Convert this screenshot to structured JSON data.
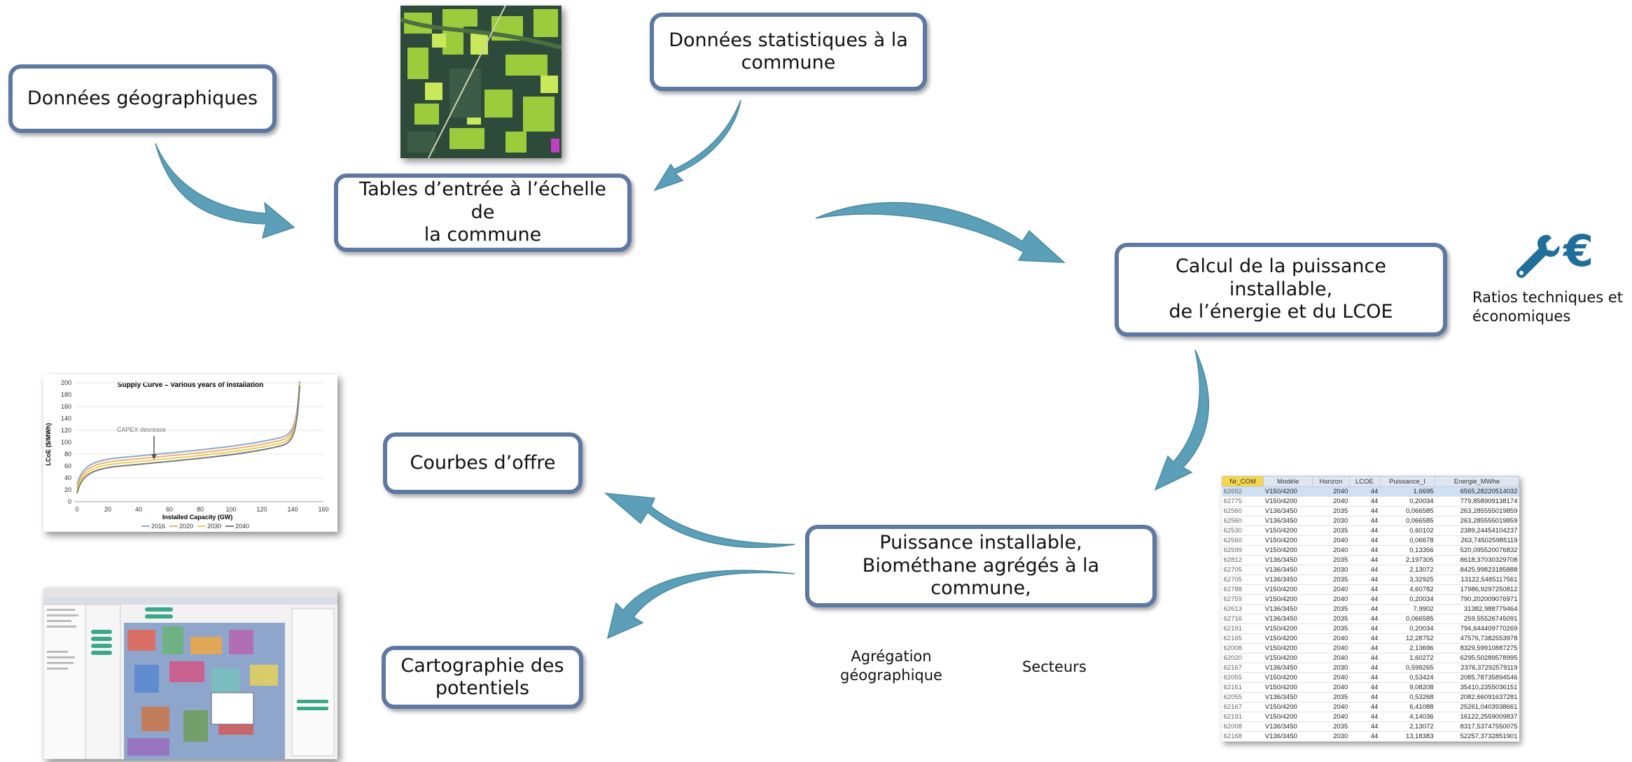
{
  "boxes": {
    "geo": "Données géographiques",
    "stats": "Données statistiques à la\ncommune",
    "tables": "Tables d’entrée à l’échelle de\nla commune",
    "calcul": "Calcul de la puissance installable,\nde l’énergie et du LCOE",
    "courbes": "Courbes d’offre",
    "cartographie": "Cartographie des\npotentiels",
    "puissance": "Puissance installable,\nBiométhane agrégés à la commune,"
  },
  "labels": {
    "ratios": "Ratios techniques et\néconomiques",
    "agregation": "Agrégation\ngéographique",
    "secteurs": "Secteurs",
    "euro_symbol": "€"
  },
  "icons": [
    "wrench-icon",
    "euro-icon"
  ],
  "colors": {
    "box_border": "#5d78a3",
    "arrow": "#5b9fb8",
    "icon": "#1f6f9a"
  },
  "supply_curve": {
    "title": "Supply Curve – Various years of installation",
    "ylabel": "LCoE ($/MWh)",
    "xlabel": "Installed Capacity (GW)",
    "annotation": "CAPEX decrease",
    "yticks": [
      "200",
      "180",
      "160",
      "140",
      "120",
      "100",
      "80",
      "60",
      "40",
      "20",
      "0"
    ],
    "xticks": [
      "0",
      "20",
      "40",
      "60",
      "80",
      "100",
      "120",
      "140",
      "160"
    ],
    "legend": [
      "2016",
      "2020",
      "2030",
      "2040"
    ],
    "series_colors": [
      "#8fa8cc",
      "#f0b070",
      "#e8cf5a",
      "#7a7a7a"
    ]
  },
  "table": {
    "headers": [
      "Nr_COM",
      "Modèle",
      "Horizon",
      "LCOE",
      "Puissance_I",
      "Energie_MWhe"
    ],
    "rows": [
      [
        "62692",
        "V150/4200",
        "2040",
        "44",
        "1,6695",
        "6565,28220514032"
      ],
      [
        "62775",
        "V150/4200",
        "2040",
        "44",
        "0,20034",
        "779,858909138174"
      ],
      [
        "62560",
        "V136/3450",
        "2035",
        "44",
        "0,066585",
        "263,285555019859"
      ],
      [
        "62560",
        "V136/3450",
        "2030",
        "44",
        "0,066585",
        "263,285555019859"
      ],
      [
        "62530",
        "V150/4200",
        "2035",
        "44",
        "0,60102",
        "2389,24454104237"
      ],
      [
        "62560",
        "V150/4200",
        "2040",
        "44",
        "0,06678",
        "263,745025985119"
      ],
      [
        "62599",
        "V150/4200",
        "2040",
        "44",
        "0,13356",
        "520,095520076832"
      ],
      [
        "62812",
        "V136/3450",
        "2035",
        "44",
        "2,197305",
        "8618,37030329708"
      ],
      [
        "62705",
        "V136/3450",
        "2030",
        "44",
        "2,13072",
        "8425,99823185888"
      ],
      [
        "62705",
        "V136/3450",
        "2035",
        "44",
        "3,32925",
        "13122,5485117561"
      ],
      [
        "62788",
        "V150/4200",
        "2040",
        "44",
        "4,60782",
        "17986,9297250812"
      ],
      [
        "62759",
        "V150/4200",
        "2040",
        "44",
        "0,20034",
        "790,202009076971"
      ],
      [
        "62613",
        "V136/3450",
        "2035",
        "44",
        "7,9902",
        "31382,988779464"
      ],
      [
        "62716",
        "V136/3450",
        "2035",
        "44",
        "0,066585",
        "259,55526745091"
      ],
      [
        "62191",
        "V150/4200",
        "2035",
        "44",
        "0,20034",
        "794,644409770269"
      ],
      [
        "62165",
        "V150/4200",
        "2040",
        "44",
        "12,28752",
        "47576,7382553978"
      ],
      [
        "62008",
        "V150/4200",
        "2040",
        "44",
        "2,13696",
        "8329,59910887275"
      ],
      [
        "62020",
        "V150/4200",
        "2040",
        "44",
        "1,60272",
        "6295,50289578995"
      ],
      [
        "62167",
        "V136/3450",
        "2030",
        "44",
        "0,599265",
        "2376,37292579119"
      ],
      [
        "62055",
        "V150/4200",
        "2040",
        "44",
        "0,53424",
        "2085,78735894546"
      ],
      [
        "62161",
        "V150/4200",
        "2040",
        "44",
        "9,08208",
        "35410,2355036151"
      ],
      [
        "62055",
        "V136/3450",
        "2035",
        "44",
        "0,53268",
        "2082,66091637281"
      ],
      [
        "62167",
        "V150/4200",
        "2040",
        "44",
        "6,41088",
        "25261,0403938661"
      ],
      [
        "62191",
        "V150/4200",
        "2040",
        "44",
        "4,14036",
        "16122,2559009837"
      ],
      [
        "62008",
        "V136/3450",
        "2035",
        "44",
        "2,13072",
        "8317,53747550075"
      ],
      [
        "62168",
        "V136/3450",
        "2030",
        "44",
        "13,18383",
        "52257,3732851901"
      ]
    ]
  }
}
